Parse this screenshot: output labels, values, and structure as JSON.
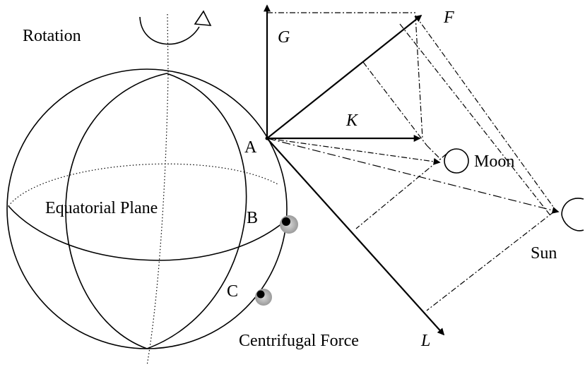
{
  "labels": {
    "rotation": "Rotation",
    "equatorial_plane": "Equatorial Plane",
    "point_a": "A",
    "point_b": "B",
    "point_c": "C",
    "moon": "Moon",
    "sun": "Sun",
    "centrifugal_force": "Centrifugal Force",
    "vector_f": "F",
    "vector_g": "G",
    "vector_k": "K",
    "vector_l": "L"
  },
  "colors": {
    "ink": "#000000",
    "background": "#ffffff",
    "marker_shadow": "#9a9a9a"
  }
}
